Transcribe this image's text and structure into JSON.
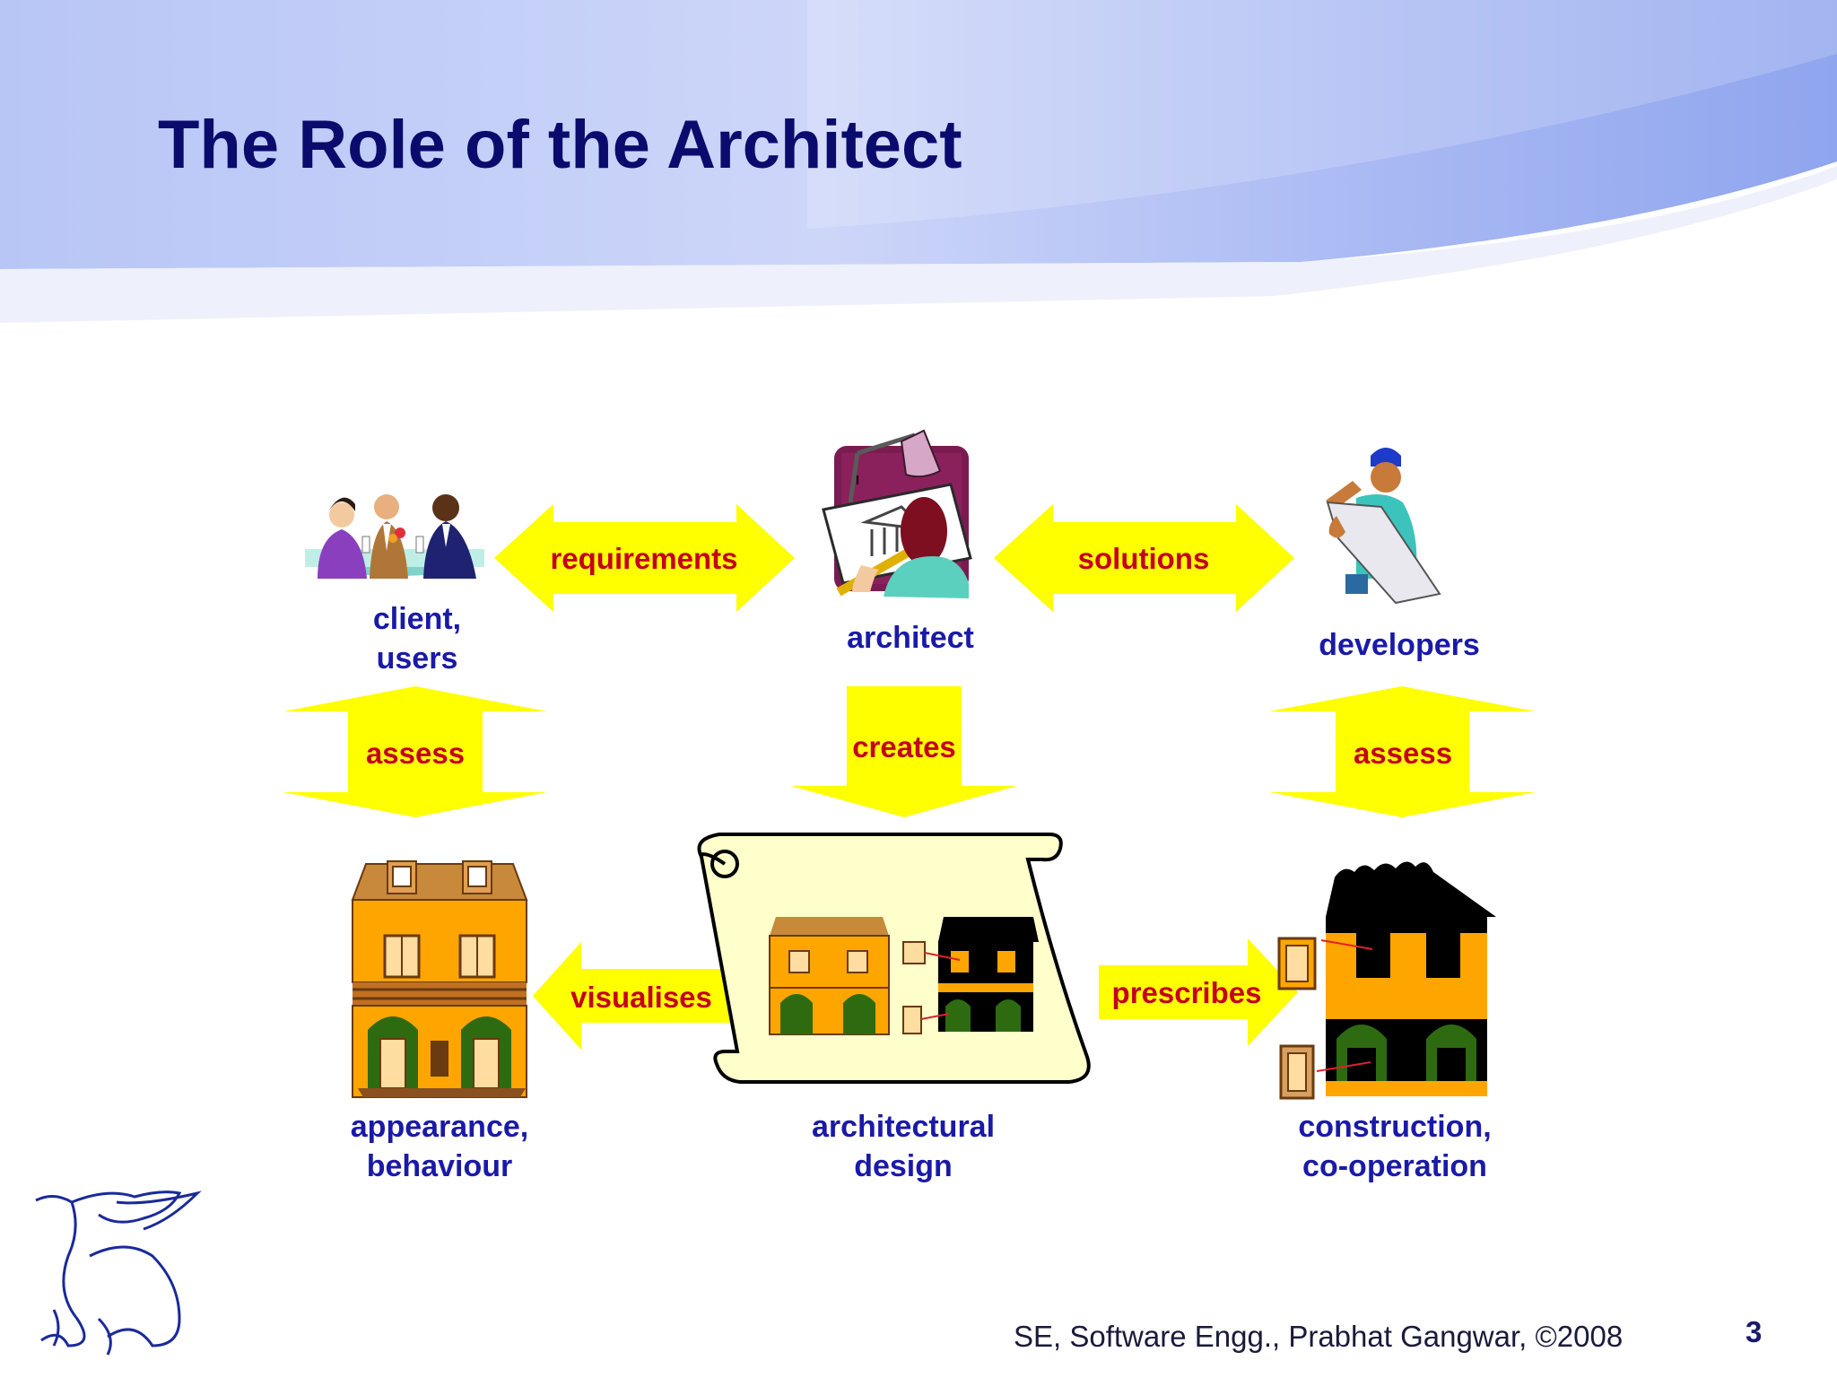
{
  "slide": {
    "title": "The Role of the Architect",
    "footer": "SE, Software Engg., Prabhat Gangwar,  ©2008",
    "page_number": "3"
  },
  "nodes": {
    "client": "client,\nusers",
    "architect": "architect",
    "developers": "developers",
    "appearance": "appearance,\nbehaviour",
    "design": "architectural\ndesign",
    "construction": "construction,\nco-operation"
  },
  "arrows": {
    "requirements": "requirements",
    "solutions": "solutions",
    "assess_left": "assess",
    "creates": "creates",
    "assess_right": "assess",
    "visualises": "visualises",
    "prescribes": "prescribes"
  },
  "colors": {
    "title": "#0b0b6e",
    "node_label": "#1a1aa8",
    "arrow_label": "#c4001e",
    "arrow_fill": "#ffff00",
    "header_band": "#aebcf5"
  }
}
